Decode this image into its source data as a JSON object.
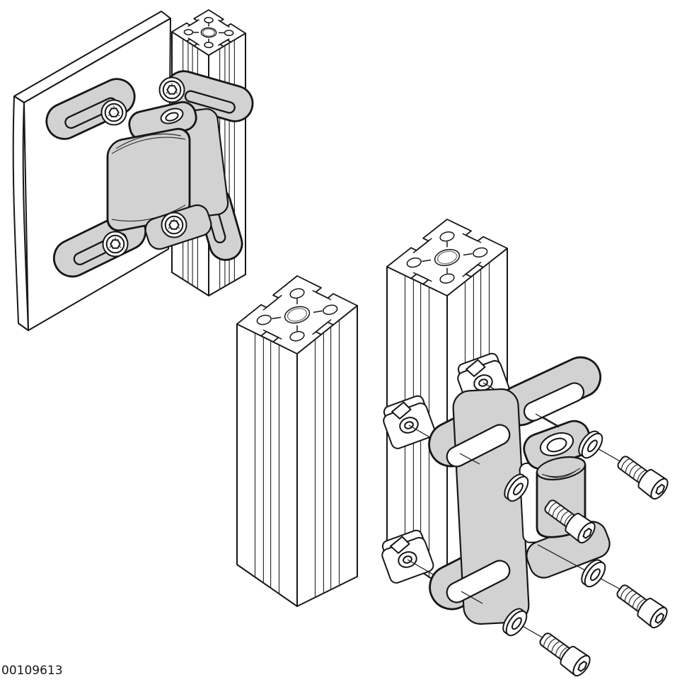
{
  "figure": {
    "label": "00109613",
    "colors": {
      "background": "#ffffff",
      "line": "#161616",
      "hinge_fill": "#d2d2d2",
      "part_fill": "#ffffff",
      "thin_line": "#2a2a2a"
    }
  },
  "views": {
    "assembled": {
      "position": "top-left",
      "parts": [
        {
          "name": "panel-door-leaf",
          "qty": 1
        },
        {
          "name": "aluminum-strut-profile",
          "qty": 1
        },
        {
          "name": "hinge",
          "qty": 1
        },
        {
          "name": "socket-head-screw-with-washer",
          "qty": 4
        }
      ]
    },
    "exploded": {
      "position": "bottom-right",
      "parts": [
        {
          "name": "aluminum-strut-profile",
          "qty": 2
        },
        {
          "name": "t-slot-nut",
          "qty": 3
        },
        {
          "name": "hinge",
          "qty": 1
        },
        {
          "name": "washer",
          "qty": 4
        },
        {
          "name": "socket-head-screw",
          "qty": 4
        }
      ]
    }
  }
}
